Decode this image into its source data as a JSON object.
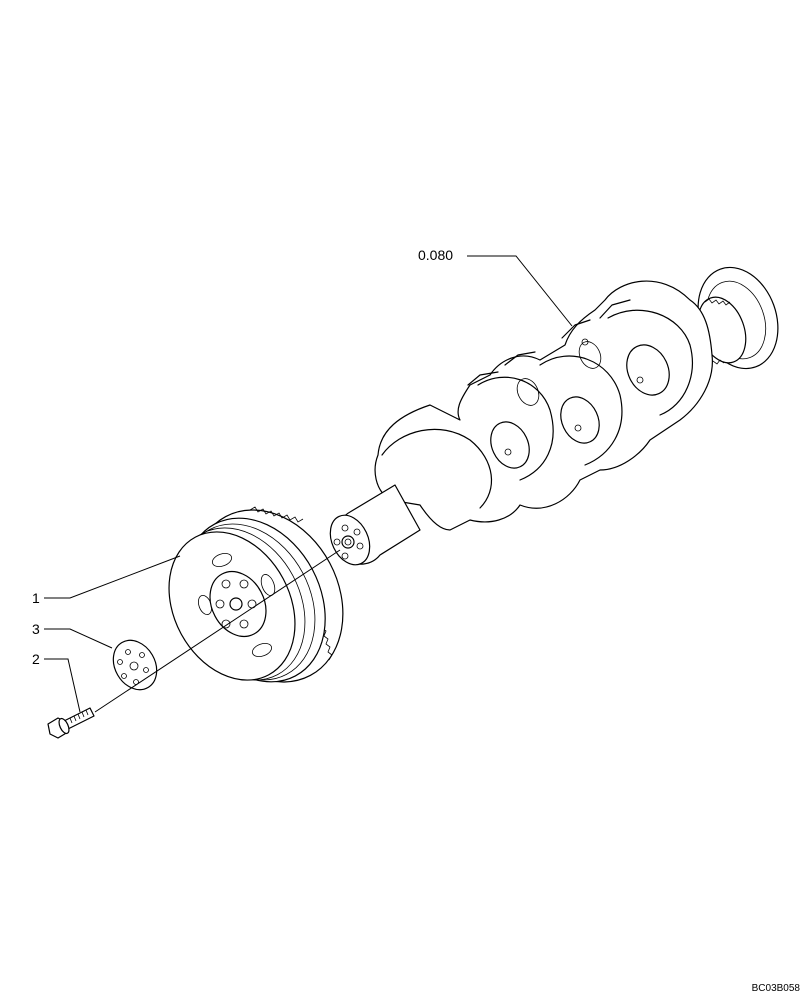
{
  "callouts": {
    "crankshaft": "0.080",
    "pulley": "1",
    "washer": "3",
    "bolt": "2"
  },
  "figure_code": "BC03B058"
}
